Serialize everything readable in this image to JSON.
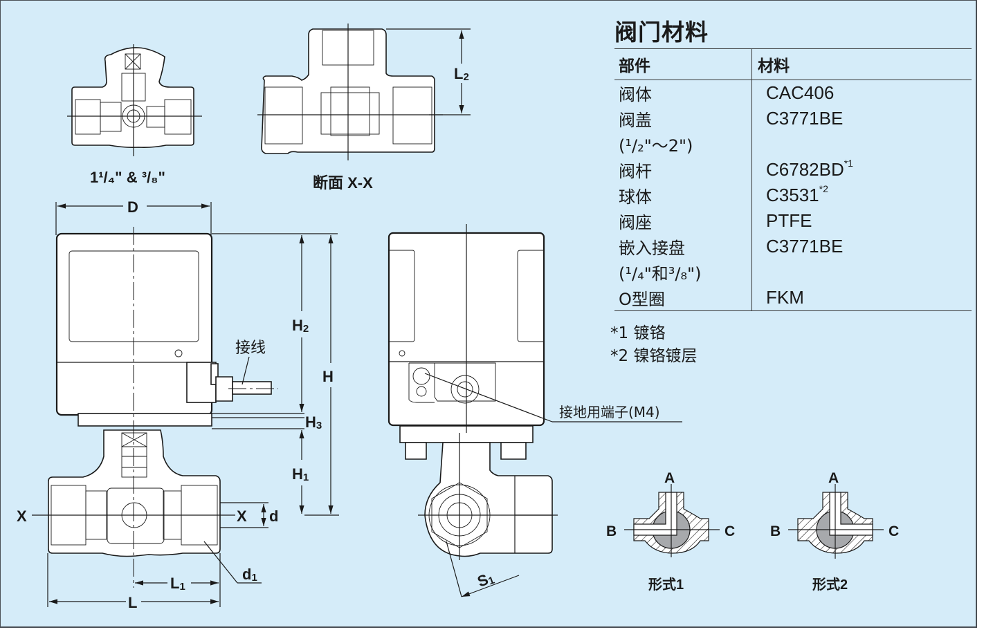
{
  "materials": {
    "title": "阀门材料",
    "headers": {
      "part": "部件",
      "material": "材料"
    },
    "rows": [
      {
        "part": "阀体",
        "material": "CAC406",
        "note": ""
      },
      {
        "part": "阀盖",
        "material": "C3771BE",
        "note": ""
      },
      {
        "part": "(¹/₂\"～2\")",
        "material": "",
        "note": ""
      },
      {
        "part": "阀杆",
        "material": "C6782BD",
        "note": "*1"
      },
      {
        "part": "球体",
        "material": "C3531",
        "note": "*2"
      },
      {
        "part": "阀座",
        "material": "PTFE",
        "note": ""
      },
      {
        "part": "嵌入接盘",
        "material": "C3771BE",
        "note": ""
      },
      {
        "part": "(¹/₄\"和³/₈\")",
        "material": "",
        "note": ""
      },
      {
        "part": "O型圈",
        "material": "FKM",
        "note": ""
      }
    ],
    "footnotes": [
      "*1 镀铬",
      "*2 镍铬镀层"
    ]
  },
  "views": {
    "small_size_caption": "1¹/₄\" & ³/₈\"",
    "section_caption": "断面 X-X",
    "type1_caption": "形式1",
    "type2_caption": "形式2"
  },
  "dimensions": {
    "D": "D",
    "H": "H",
    "H1": "H",
    "H1_sub": "1",
    "H2": "H",
    "H2_sub": "2",
    "H3": "H",
    "H3_sub": "3",
    "L": "L",
    "L1": "L",
    "L1_sub": "1",
    "L2": "L",
    "L2_sub": "2",
    "d": "d",
    "d1": "d",
    "d1_sub": "1",
    "S1": "S",
    "S1_sub": "1",
    "X_left": "X",
    "X_right": "X"
  },
  "callouts": {
    "wiring": "接线",
    "ground_terminal": "接地用端子(M4)"
  },
  "ports": {
    "A": "A",
    "B": "B",
    "C": "C"
  },
  "colors": {
    "background": "#d5ecf9",
    "ball_fill": "#a7a9ac",
    "line": "#1a1a1a"
  }
}
